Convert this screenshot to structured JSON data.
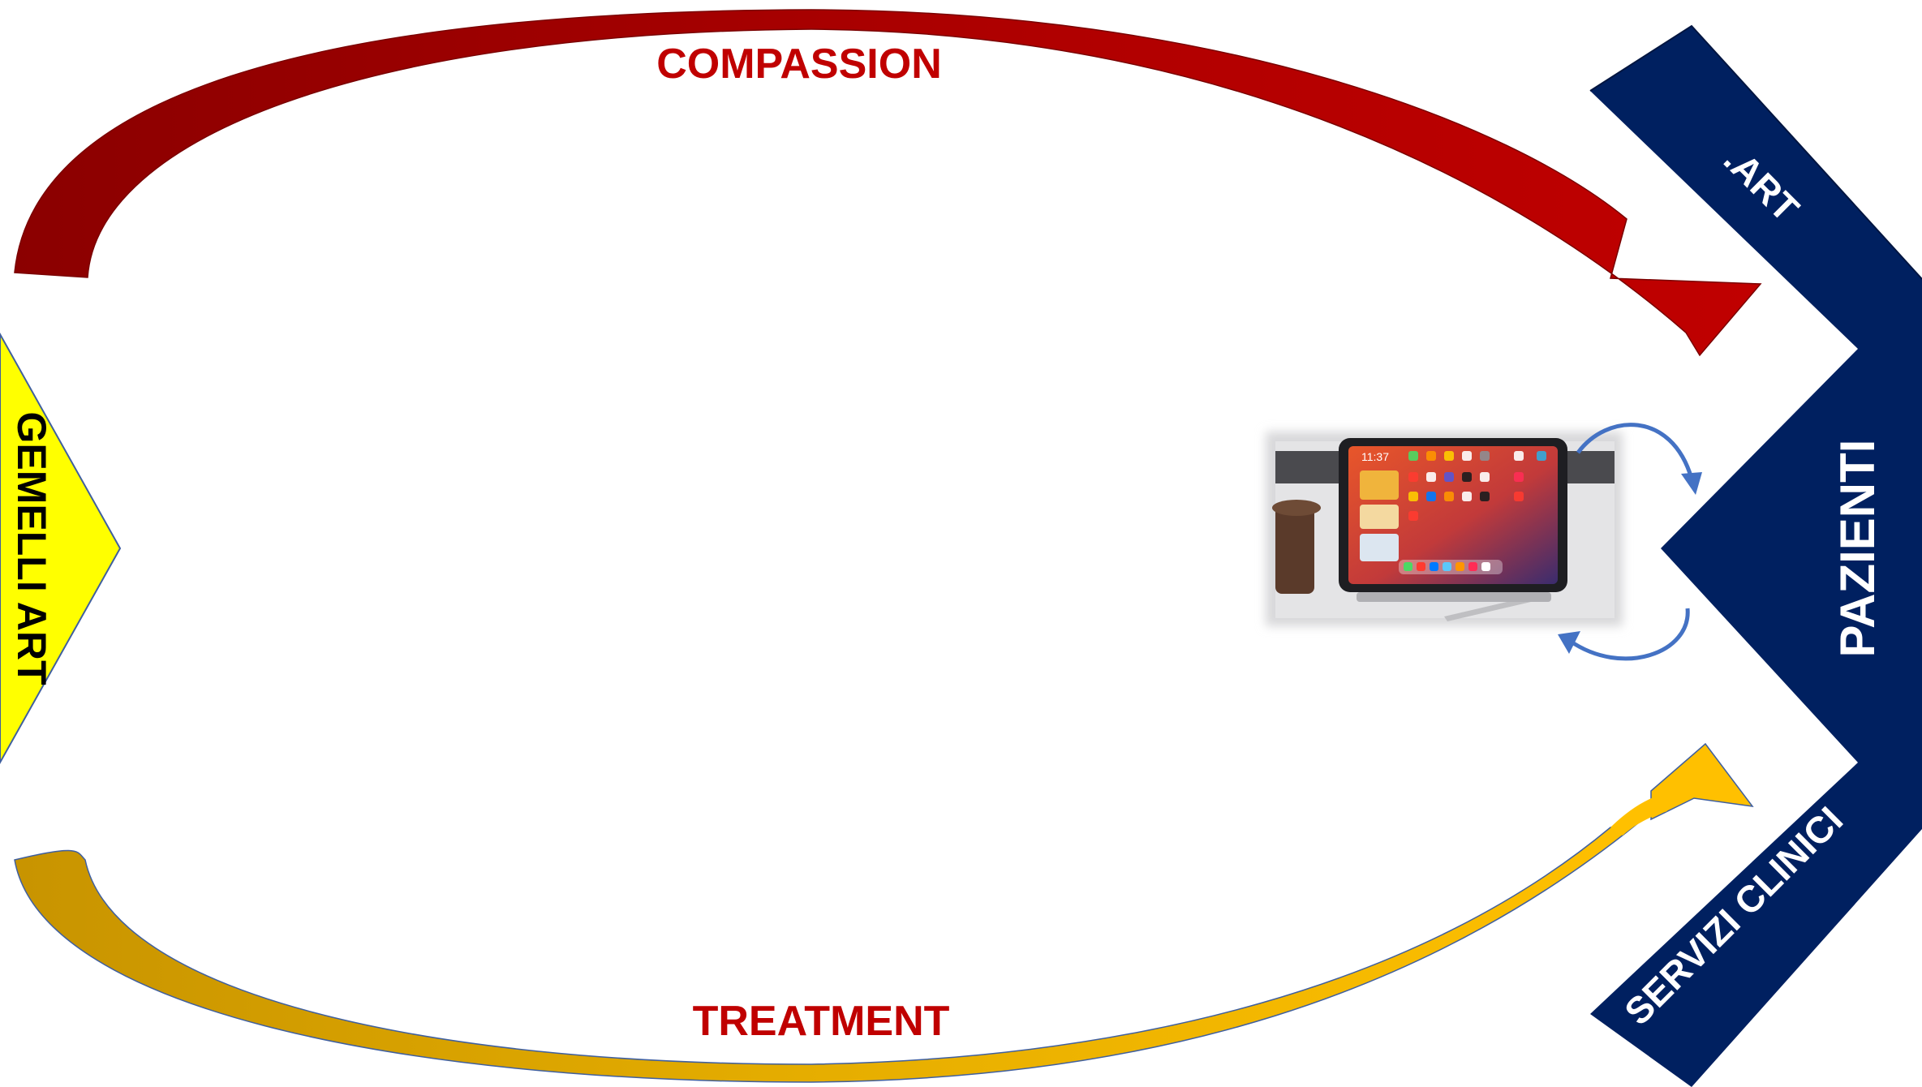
{
  "labels": {
    "top_arrow": "COMPASSION",
    "bottom_arrow": "TREATMENT",
    "left_shape": "GEMELLI ART",
    "chevron_center": "PAZIENTI",
    "chevron_top": ".ART",
    "chevron_bottom": "SERVIZI CLINICI"
  },
  "tablet": {
    "time": "11:37"
  },
  "colors": {
    "compassion_red": "#C00000",
    "compassion_dark": "#8B0000",
    "treatment_gold": "#FFC000",
    "treatment_dark": "#C89400",
    "chevron_navy": "#002060",
    "gemelli_yellow": "#FFFF00",
    "cycle_blue": "#4472C4"
  },
  "icons": {
    "cycle_arrows": "circular-arrows-icon",
    "device": "tablet-photo"
  }
}
